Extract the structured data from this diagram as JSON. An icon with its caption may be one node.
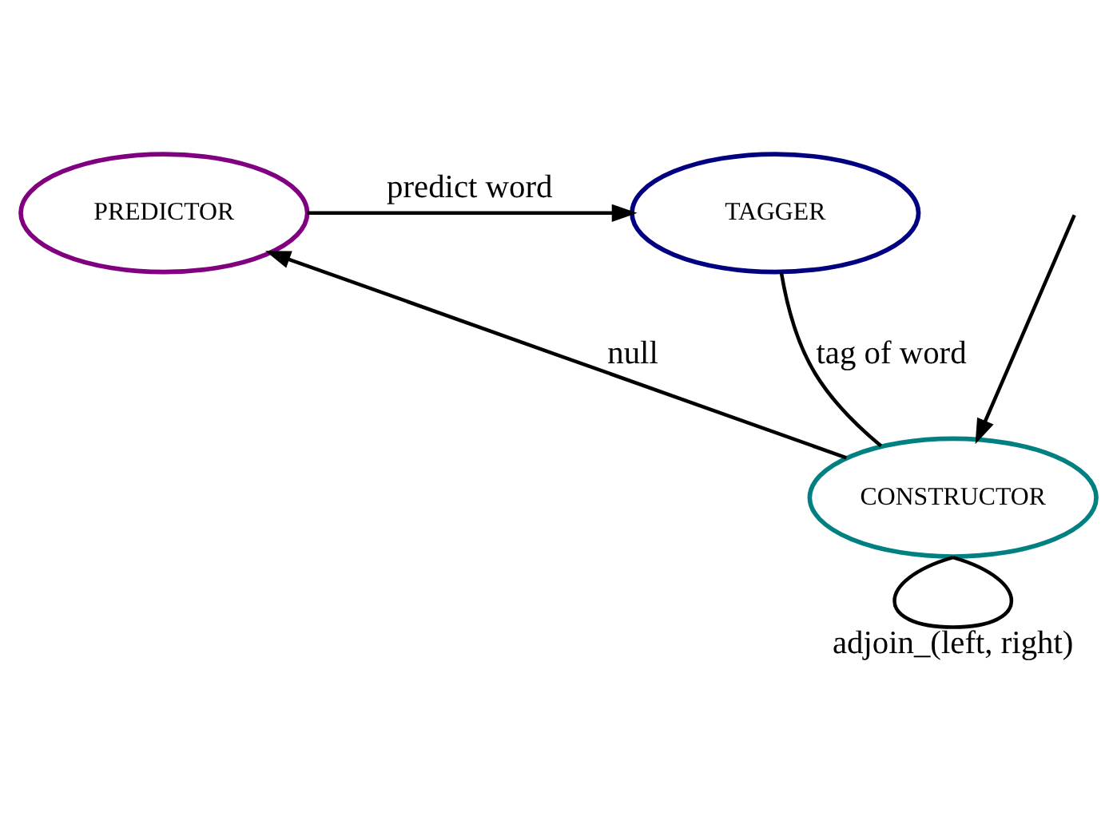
{
  "diagram": {
    "nodes": [
      {
        "text": [
          "PREDICTOR"
        ]
      },
      {
        "text": [
          "TAGGER"
        ]
      },
      {
        "text": [
          "CONSTRUCTOR"
        ]
      }
    ],
    "edges": [
      {
        "from": 0,
        "to": 1,
        "arrow": "to",
        "label": "predict word"
      },
      {
        "from": 1,
        "to": 2,
        "arrow": "none",
        "label": "tag of word"
      },
      {
        "from": 2,
        "to": 0,
        "arrow": "to",
        "label": "null"
      },
      {
        "from": 2,
        "to": 2,
        "arrow": "none",
        "label": "adjoin_(left, right)"
      },
      {
        "from": null,
        "to": 2,
        "arrow": "to"
      }
    ]
  }
}
